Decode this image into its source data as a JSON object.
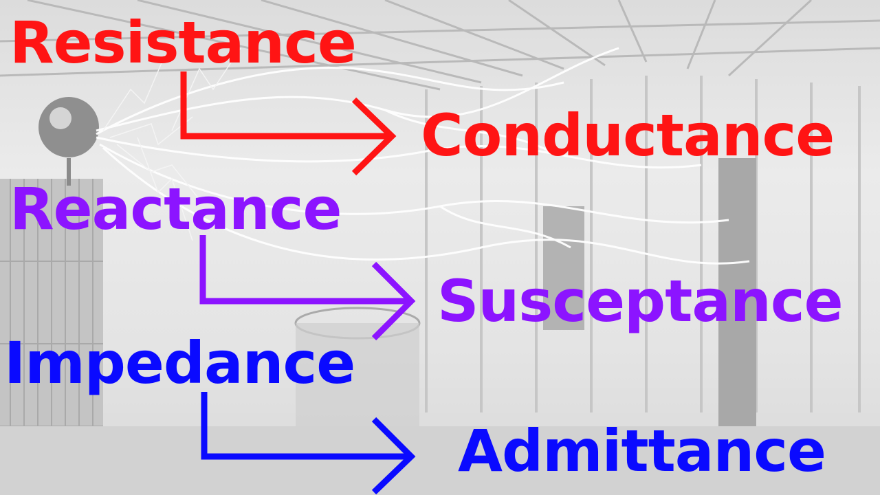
{
  "colors": {
    "red": "#ff1414",
    "purple": "#8c14ff",
    "blue": "#0a0aff"
  },
  "pairs": [
    {
      "from": "Resistance",
      "to": "Conductance",
      "color": "#ff1414"
    },
    {
      "from": "Reactance",
      "to": "Susceptance",
      "color": "#8c14ff"
    },
    {
      "from": "Impedance",
      "to": "Admittance",
      "color": "#0a0aff"
    }
  ]
}
